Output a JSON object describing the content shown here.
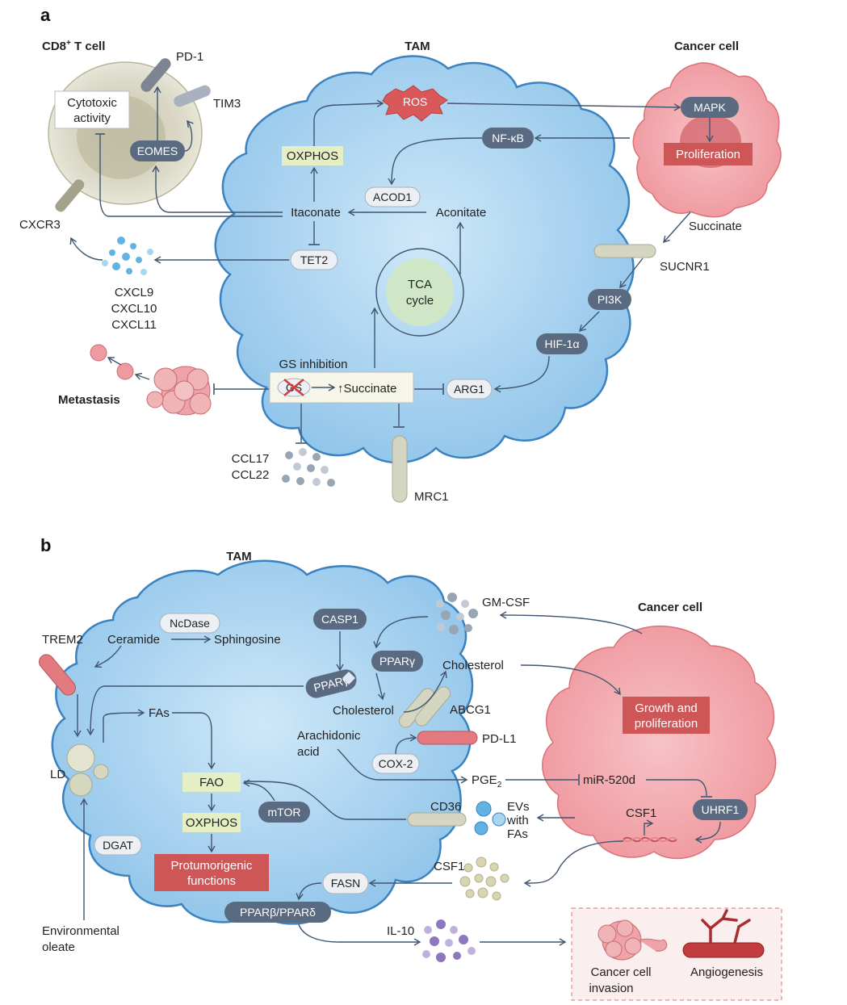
{
  "panel_a": {
    "label": "a",
    "titles": {
      "cd8": "CD8",
      "cd8_sup": "+",
      "cd8_rest": " T cell",
      "tam": "TAM",
      "cancer": "Cancer cell"
    },
    "nodes": {
      "pd1": "PD-1",
      "tim3": "TIM3",
      "cytotoxic1": "Cytotoxic",
      "cytotoxic2": "activity",
      "eomes": "EOMES",
      "cxcr3": "CXCR3",
      "ros": "ROS",
      "oxphos": "OXPHOS",
      "nfkb": "NF-κB",
      "acod1": "ACOD1",
      "itaconate": "Itaconate",
      "aconitate": "Aconitate",
      "tet2": "TET2",
      "cxcl9": "CXCL9",
      "cxcl10": "CXCL10",
      "cxcl11": "CXCL11",
      "tca1": "TCA",
      "tca2": "cycle",
      "mapk": "MAPK",
      "proliferation": "Proliferation",
      "succinate_out": "Succinate",
      "sucnr1": "SUCNR1",
      "pi3k": "PI3K",
      "hif1a": "HIF-1α",
      "gs_inhibition": "GS inhibition",
      "gs": "GS",
      "succinate_up": "↑Succinate",
      "arg1": "ARG1",
      "metastasis": "Metastasis",
      "ccl17": "CCL17",
      "ccl22": "CCL22",
      "mrc1": "MRC1"
    }
  },
  "panel_b": {
    "label": "b",
    "titles": {
      "tam": "TAM",
      "cancer": "Cancer cell"
    },
    "nodes": {
      "ncdase": "NcDase",
      "ceramide": "Ceramide",
      "sphingosine": "Sphingosine",
      "trem2": "TREM2",
      "casp1": "CASP1",
      "ppary_a": "PPARγ",
      "ppary_b": "PPARγ",
      "gmcsf": "GM-CSF",
      "cholesterol_out": "Cholesterol",
      "cholesterol_in": "Cholesterol",
      "abcg1": "ABCG1",
      "growth1": "Growth and",
      "growth2": "proliferation",
      "fas": "FAs",
      "arachidonic1": "Arachidonic",
      "arachidonic2": "acid",
      "pdl1": "PD-L1",
      "cox2": "COX-2",
      "ld": "LD",
      "fao": "FAO",
      "pge2": "PGE",
      "pge2_sub": "2",
      "mir520d": "miR-520d",
      "uhrf1": "UHRF1",
      "mtor": "mTOR",
      "cd36": "CD36",
      "evs1": "EVs",
      "evs2": "with",
      "evs3": "FAs",
      "oxphos": "OXPHOS",
      "csf1_gene": "CSF1",
      "dgat": "DGAT",
      "protum1": "Protumorigenic",
      "protum2": "functions",
      "csf1": "CSF1",
      "fasn": "FASN",
      "ppard": "PPARβ/PPARδ",
      "il10": "IL-10",
      "env1": "Environmental",
      "env2": "oleate",
      "invasion1": "Cancer cell",
      "invasion2": "invasion",
      "angiogenesis": "Angiogenesis"
    }
  },
  "colors": {
    "tam_fill": "#a9d3ef",
    "tam_stroke": "#3a82c0",
    "cancer_fill": "#f2a9ae",
    "tcell_fill": "#d7d5c3",
    "dark_pill": "#5a6a80",
    "red_box": "#cf5656",
    "yellow_box": "#e5efc4",
    "arrow": "#3f5570"
  }
}
